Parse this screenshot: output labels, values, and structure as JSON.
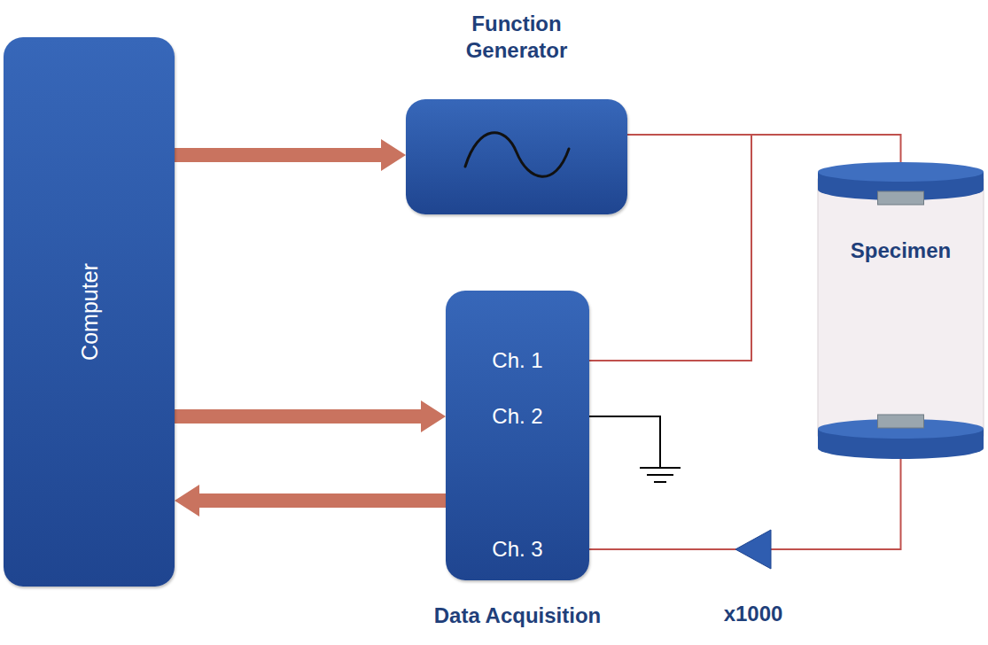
{
  "diagram": {
    "nodes": [
      {
        "text": [
          "Computer"
        ]
      },
      {
        "text": [
          "Function Generator"
        ]
      },
      {
        "text": [
          "Data Acquisition"
        ]
      },
      {
        "text": [
          "Specimen"
        ]
      }
    ],
    "edges": [
      {
        "from": 0,
        "to": 1,
        "arrow": "to"
      },
      {
        "from": 0,
        "to": 2,
        "arrow": "to"
      },
      {
        "from": 2,
        "to": 0,
        "arrow": "to"
      },
      {
        "from": 1,
        "to": 3,
        "arrow": "none"
      },
      {
        "from": 1,
        "to": 2,
        "arrow": "none"
      },
      {
        "from": 3,
        "to": 2,
        "arrow": "none"
      }
    ],
    "labels": [
      "Ch. 1",
      "Ch. 2",
      "Ch. 3",
      "x1000"
    ]
  }
}
